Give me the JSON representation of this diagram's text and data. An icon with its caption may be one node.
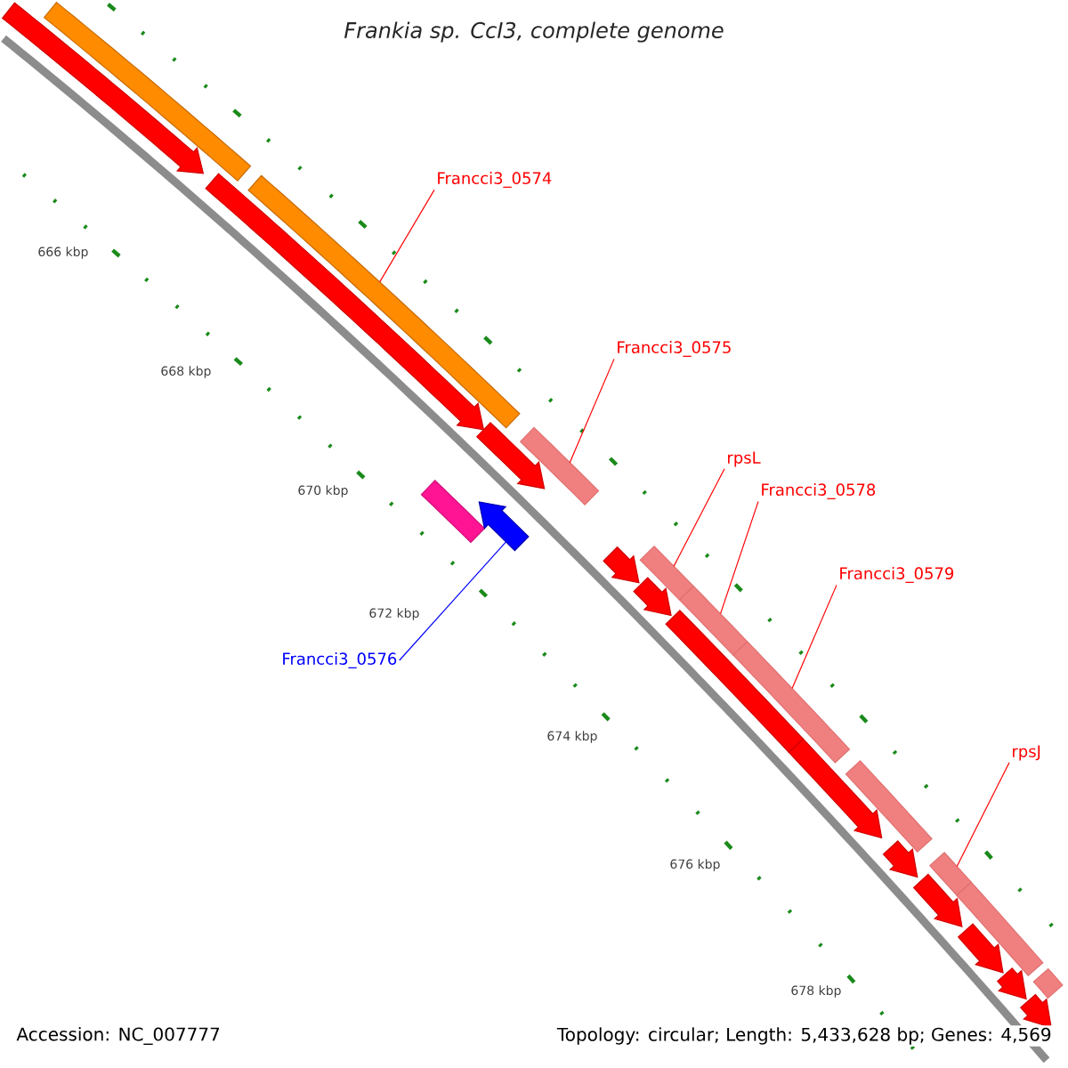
{
  "diagram": {
    "title": "Frankia sp. CcI3, complete genome",
    "nodes": [
      {
        "text": [
          "Francci3_0574"
        ]
      },
      {
        "text": [
          "Francci3_0575"
        ]
      },
      {
        "text": [
          "rpsL"
        ]
      },
      {
        "text": [
          "Francci3_0578"
        ]
      },
      {
        "text": [
          "Francci3_0579"
        ]
      },
      {
        "text": [
          "Francci3_0576"
        ]
      },
      {
        "text": [
          "rpsJ"
        ]
      },
      {
        "text": [],
        "shape": "bar"
      },
      {
        "text": [],
        "shape": "pentagon"
      },
      {
        "text": [],
        "shape": "pentagon"
      },
      {
        "text": [],
        "shape": "bar"
      },
      {
        "text": [],
        "shape": "bar"
      },
      {
        "text": [],
        "shape": "pentagon"
      },
      {
        "text": [],
        "shape": "bar"
      },
      {
        "text": [],
        "shape": "pentagon"
      },
      {
        "text": [],
        "shape": "pentagon"
      },
      {
        "text": [],
        "shape": "bar"
      },
      {
        "text": [],
        "shape": "pentagon"
      },
      {
        "text": [],
        "shape": "bar"
      },
      {
        "text": [],
        "shape": "bar"
      },
      {
        "text": [],
        "shape": "bar"
      },
      {
        "text": [],
        "shape": "pentagon"
      },
      {
        "text": [],
        "shape": "bar"
      },
      {
        "text": [],
        "shape": "pentagon"
      },
      {
        "text": [],
        "shape": "bar"
      },
      {
        "text": [],
        "shape": "pentagon"
      },
      {
        "text": [],
        "shape": "bar"
      },
      {
        "text": [],
        "shape": "pentagon"
      },
      {
        "text": [],
        "shape": "pentagon"
      },
      {
        "text": [],
        "shape": "pentagon"
      },
      {
        "text": [],
        "shape": "bar"
      }
    ],
    "edges": [
      {
        "from": 0,
        "to": 10,
        "arrow": "none"
      },
      {
        "from": 1,
        "to": 13,
        "arrow": "none"
      },
      {
        "from": 2,
        "to": 16,
        "arrow": "none"
      },
      {
        "from": 3,
        "to": 18,
        "arrow": "none"
      },
      {
        "from": 4,
        "to": 20,
        "arrow": "none"
      },
      {
        "from": 5,
        "to": 14,
        "arrow": "none",
        "color": "#0000ff"
      },
      {
        "from": 6,
        "to": 24,
        "arrow": "none"
      }
    ],
    "labels": [
      "666 kbp",
      "668 kbp",
      "670 kbp",
      "672 kbp",
      "674 kbp",
      "676 kbp",
      "678 kbp",
      "Accession: NC_007777",
      "Topology: circular; Length: 5,433,628 bp; Genes: 4,569"
    ]
  }
}
